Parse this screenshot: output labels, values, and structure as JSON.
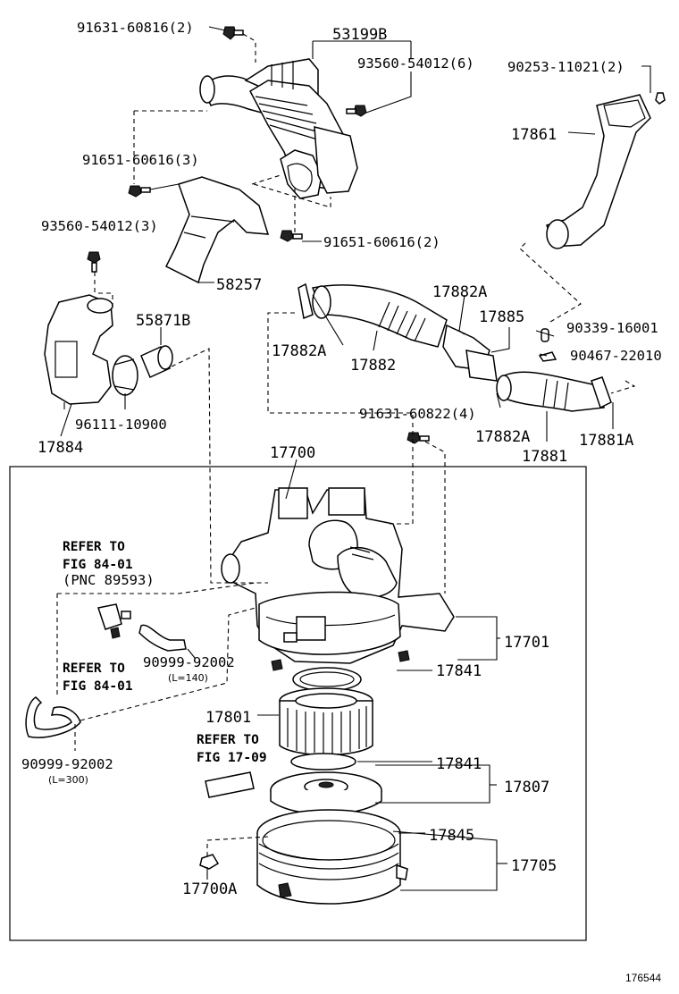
{
  "labels": {
    "p91631_60816": "91631-60816(2)",
    "p53199B": "53199B",
    "p93560_54012_6": "93560-54012(6)",
    "p90253_11021": "90253-11021(2)",
    "p17861": "17861",
    "p91651_60616_3": "91651-60616(3)",
    "p93560_54012_3": "93560-54012(3)",
    "p91651_60616_2": "91651-60616(2)",
    "p58257": "58257",
    "p55871B": "55871B",
    "p17882A_top": "17882A",
    "p17885": "17885",
    "p90339_16001": "90339-16001",
    "p17882A_left": "17882A",
    "p17882": "17882",
    "p90467_22010": "90467-22010",
    "p96111_10900": "96111-10900",
    "p91631_60822": "91631-60822(4)",
    "p17884": "17884",
    "p17882A_right": "17882A",
    "p17881A": "17881A",
    "p17881": "17881",
    "p17700": "17700",
    "refer_84_01_a_line1": "REFER TO",
    "refer_84_01_a_line2": "FIG 84-01",
    "refer_84_01_a_line3": "(PNC 89593)",
    "refer_84_01_b_line1": "REFER TO",
    "refer_84_01_b_line2": "FIG 84-01",
    "p17701": "17701",
    "p90999_92002_a": "90999-92002",
    "len_140": "(L=140)",
    "p17841_a": "17841",
    "p17801": "17801",
    "refer_17_09_line1": "REFER TO",
    "refer_17_09_line2": "FIG 17-09",
    "p17841_b": "17841",
    "p17807": "17807",
    "p90999_92002_b": "90999-92002",
    "len_300": "(L=300)",
    "p17845": "17845",
    "p17705": "17705",
    "p17700A": "17700A",
    "figure_id": "176544"
  },
  "colors": {
    "ink": "#000000",
    "paper": "#ffffff"
  }
}
